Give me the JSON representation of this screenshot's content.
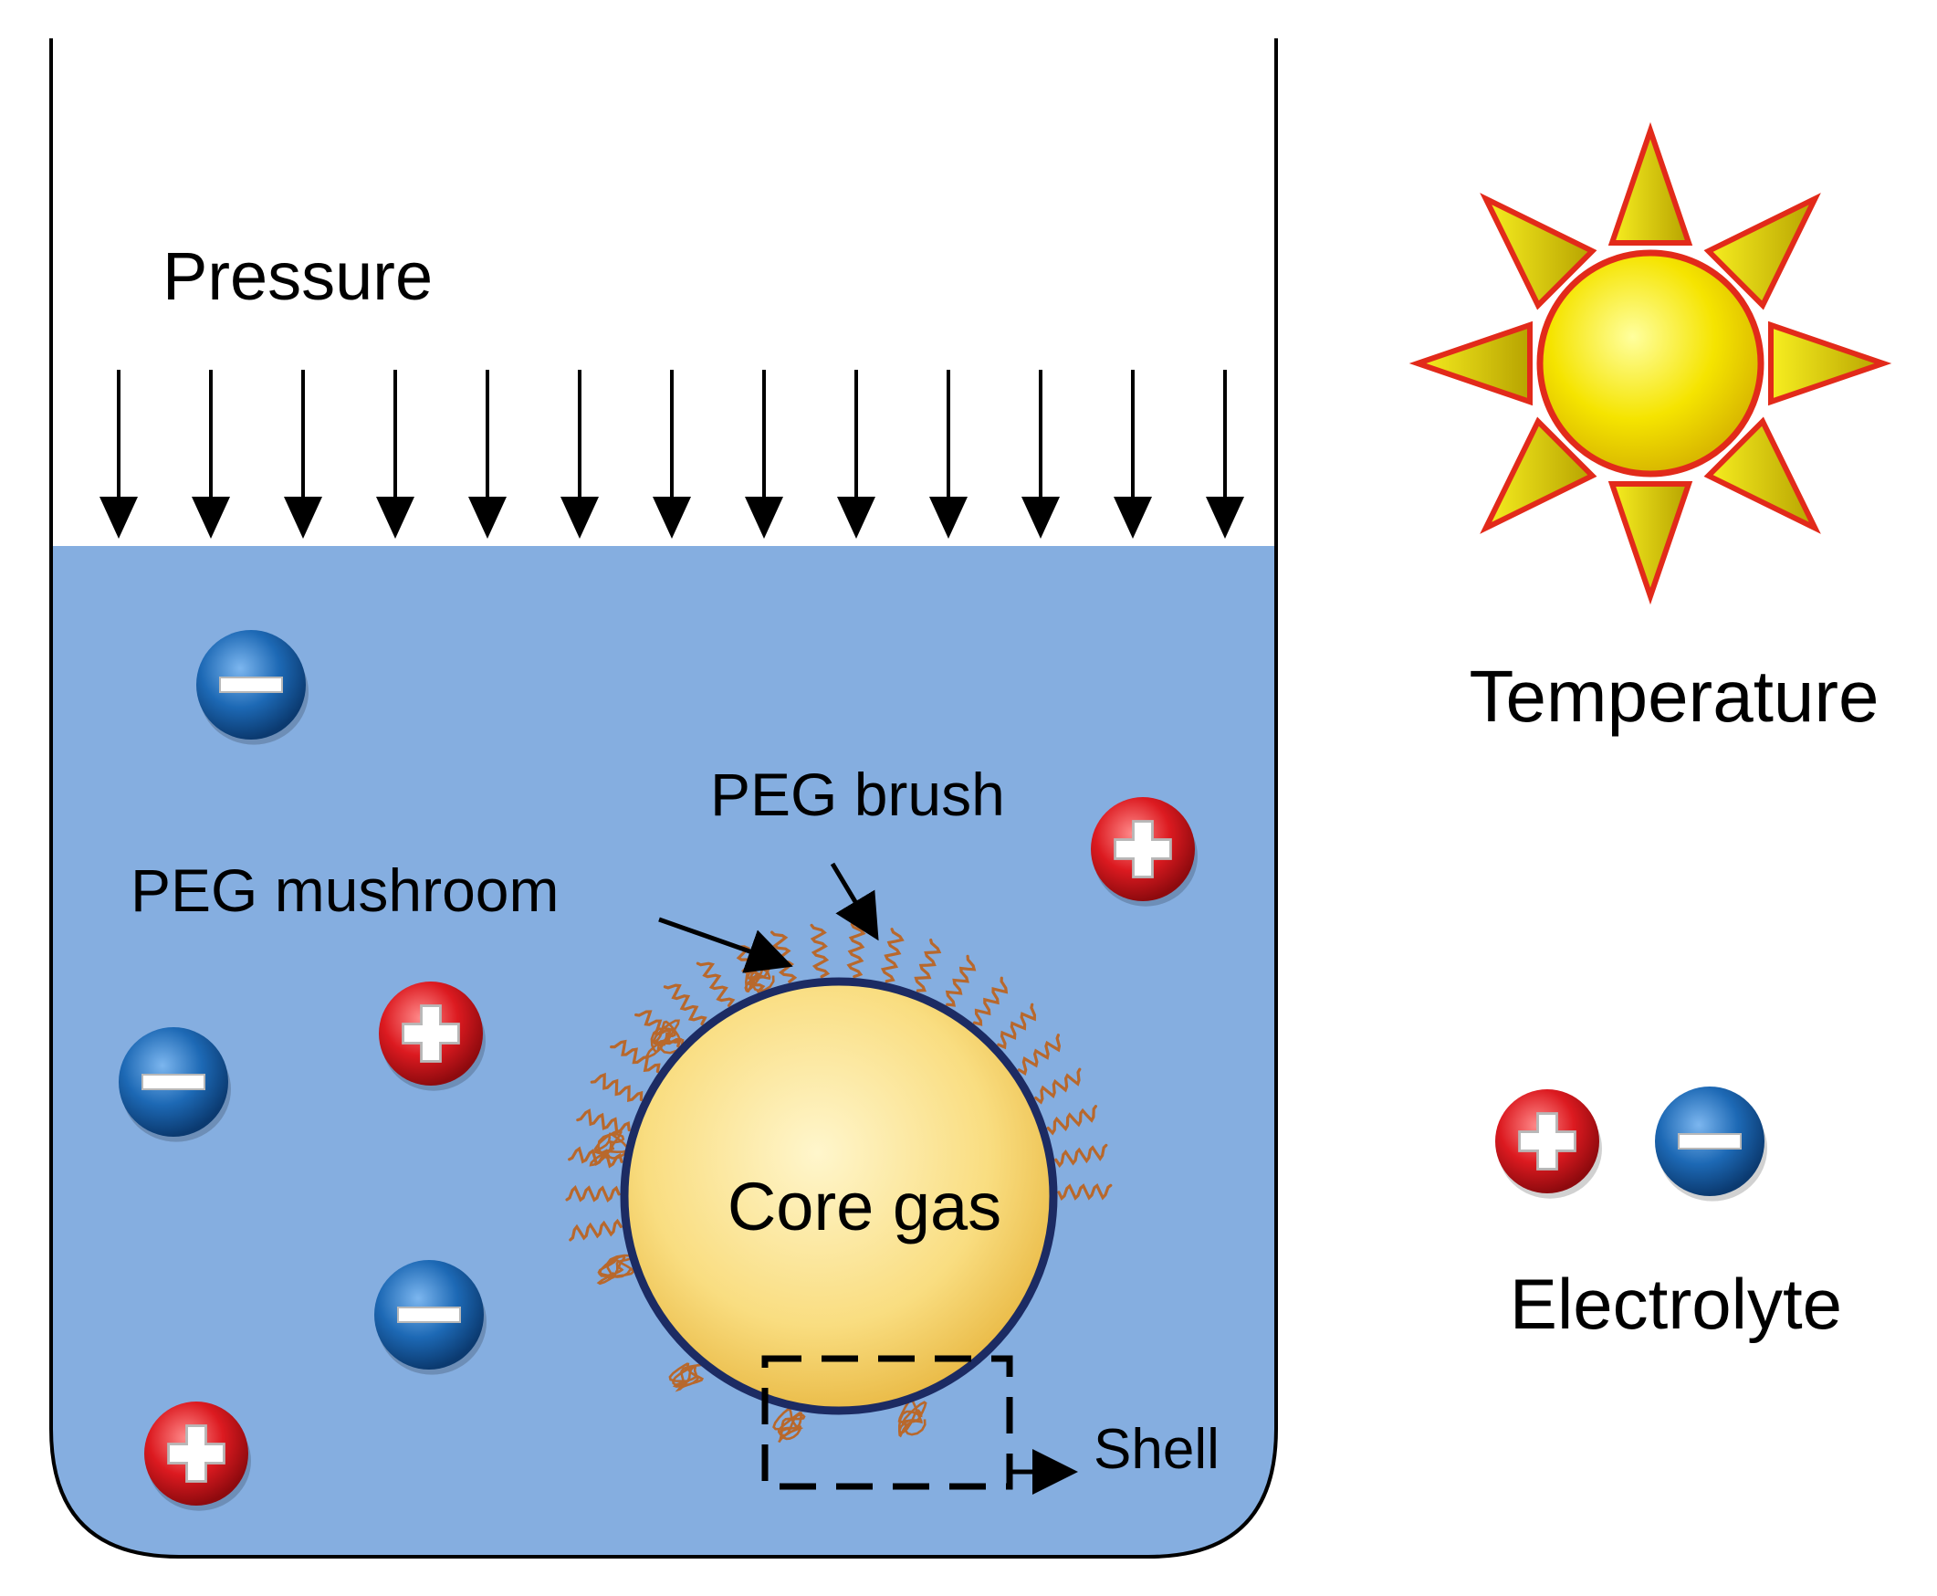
{
  "labels": {
    "pressure": "Pressure",
    "temperature": "Temperature",
    "electrolyte": "Electrolyte",
    "peg_brush": "PEG brush",
    "peg_mushroom": "PEG mushroom",
    "core_gas": "Core gas",
    "shell": "Shell"
  },
  "colors": {
    "water": "#85aee0",
    "line": "#000000",
    "core_gas": "#f7d873",
    "shell_outline": "#1c2b63",
    "peg": "#b8682c",
    "sun_fill": "#f2e000",
    "sun_outline": "#e22a1a",
    "cation": "#d9161c",
    "anion": "#1b66b0"
  },
  "icons": {
    "sun": "sun-icon",
    "cation": "plus-ion-icon",
    "anion": "minus-ion-icon",
    "pressure_arrow": "arrow-down-icon"
  },
  "pressure_arrow_count": 13
}
